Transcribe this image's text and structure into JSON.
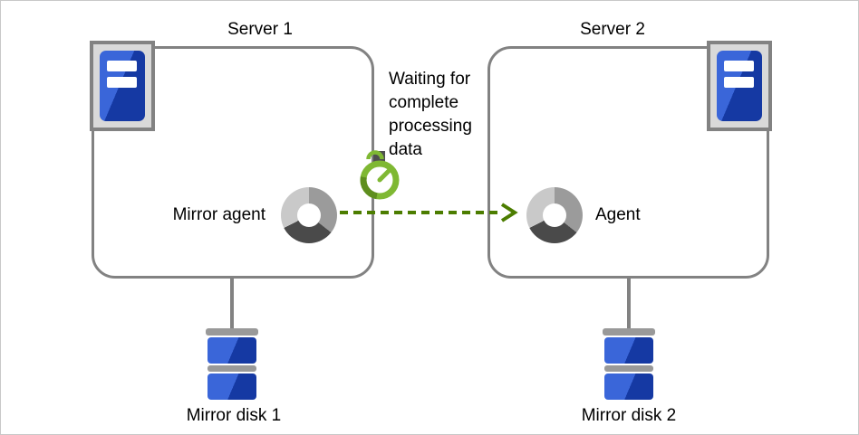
{
  "colors": {
    "border-gray": "#828282",
    "icon-bg": "#d9d9d9",
    "blue-light": "#3a66d9",
    "blue-dark": "#1539a3",
    "disk-gray": "#999999",
    "donut-light": "#c9c9c9",
    "donut-mid": "#9b9b9b",
    "donut-dark": "#4a4a4a",
    "stopwatch-green": "#7fb833",
    "stopwatch-green-dark": "#5e8e1e",
    "arrow-green": "#4c7d00"
  },
  "server1": {
    "title": "Server 1",
    "agent_label": "Mirror agent",
    "disk_label": "Mirror disk 1"
  },
  "server2": {
    "title": "Server 2",
    "agent_label": "Agent",
    "disk_label": "Mirror disk 2"
  },
  "annotation": {
    "text": "Waiting for complete processing data"
  },
  "icons": {
    "server1_icon": "server-icon",
    "server2_icon": "server-icon",
    "server1_agent_icon": "process-donut-icon",
    "server2_agent_icon": "process-donut-icon",
    "stopwatch": "stopwatch-icon",
    "arrow": "dashed-arrow-right-icon",
    "disk1_icon": "disk-stack-icon",
    "disk2_icon": "disk-stack-icon"
  }
}
